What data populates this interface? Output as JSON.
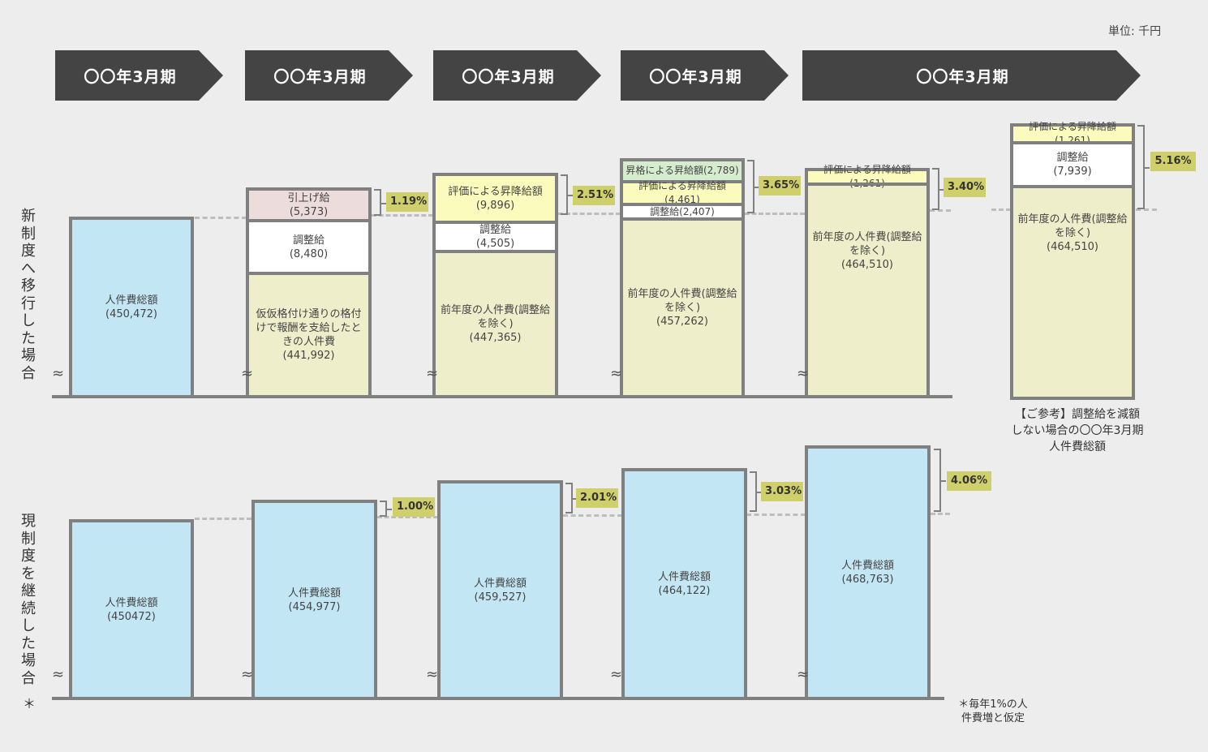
{
  "unit": "単位: 千円",
  "periods": [
    "〇〇年3月期",
    "〇〇年3月期",
    "〇〇年3月期",
    "〇〇年3月期",
    "〇〇年3月期"
  ],
  "row_labels": {
    "new_system": "新制度へ移行した場合",
    "current_system": "現制度を継続した場合"
  },
  "new_system": {
    "col1": {
      "label": "人件費総額",
      "value": "(450,472)"
    },
    "col2": {
      "raise": {
        "label": "引上げ給",
        "value": "(5,373)"
      },
      "adjust": {
        "label": "調整給",
        "value": "(8,480)"
      },
      "base": {
        "label": "仮仮格付け通りの格付けで報酬を支給したときの人件費",
        "value": "(441,992)"
      },
      "pct": "1.19%"
    },
    "col3": {
      "eval": {
        "label": "評価による昇降給額",
        "value": "(9,896)"
      },
      "adjust": {
        "label": "調整給",
        "value": "(4,505)"
      },
      "base": {
        "label": "前年度の人件費(調整給を除く)",
        "value": "(447,365)"
      },
      "pct": "2.51%"
    },
    "col4": {
      "promo": "昇格による昇給額(2,789)",
      "eval": "評価による昇降給額(4,461)",
      "adjust": "調整給(2,407)",
      "base": {
        "label": "前年度の人件費(調整給を除く)",
        "value": "(457,262)"
      },
      "pct": "3.65%"
    },
    "col5": {
      "eval": "評価による昇降給額(1,261)",
      "base": {
        "label": "前年度の人件費(調整給を除く)",
        "value": "(464,510)"
      },
      "pct": "3.40%"
    },
    "col6": {
      "eval": "評価による昇降給額(1,261)",
      "adjust": {
        "label": "調整給",
        "value": "(7,939)"
      },
      "base": {
        "label": "前年度の人件費(調整給を除く)",
        "value": "(464,510)"
      },
      "pct": "5.16%",
      "note": "【ご参考】調整給を減額しない場合の〇〇年3月期人件費総額"
    }
  },
  "current_system": {
    "cols": [
      {
        "label": "人件費総額",
        "value": "(450472)",
        "pct": ""
      },
      {
        "label": "人件費総額",
        "value": "(454,977)",
        "pct": "1.00%"
      },
      {
        "label": "人件費総額",
        "value": "(459,527)",
        "pct": "2.01%"
      },
      {
        "label": "人件費総額",
        "value": "(464,122)",
        "pct": "3.03%"
      },
      {
        "label": "人件費総額",
        "value": "(468,763)",
        "pct": "4.06%"
      }
    ],
    "star": "＊",
    "footnote": "＊毎年1%の人件費増と仮定"
  },
  "colors": {
    "header": "#444444",
    "blue": "#c3e6f4",
    "cream": "#eeeecb",
    "pct": "#cfcf6c"
  }
}
